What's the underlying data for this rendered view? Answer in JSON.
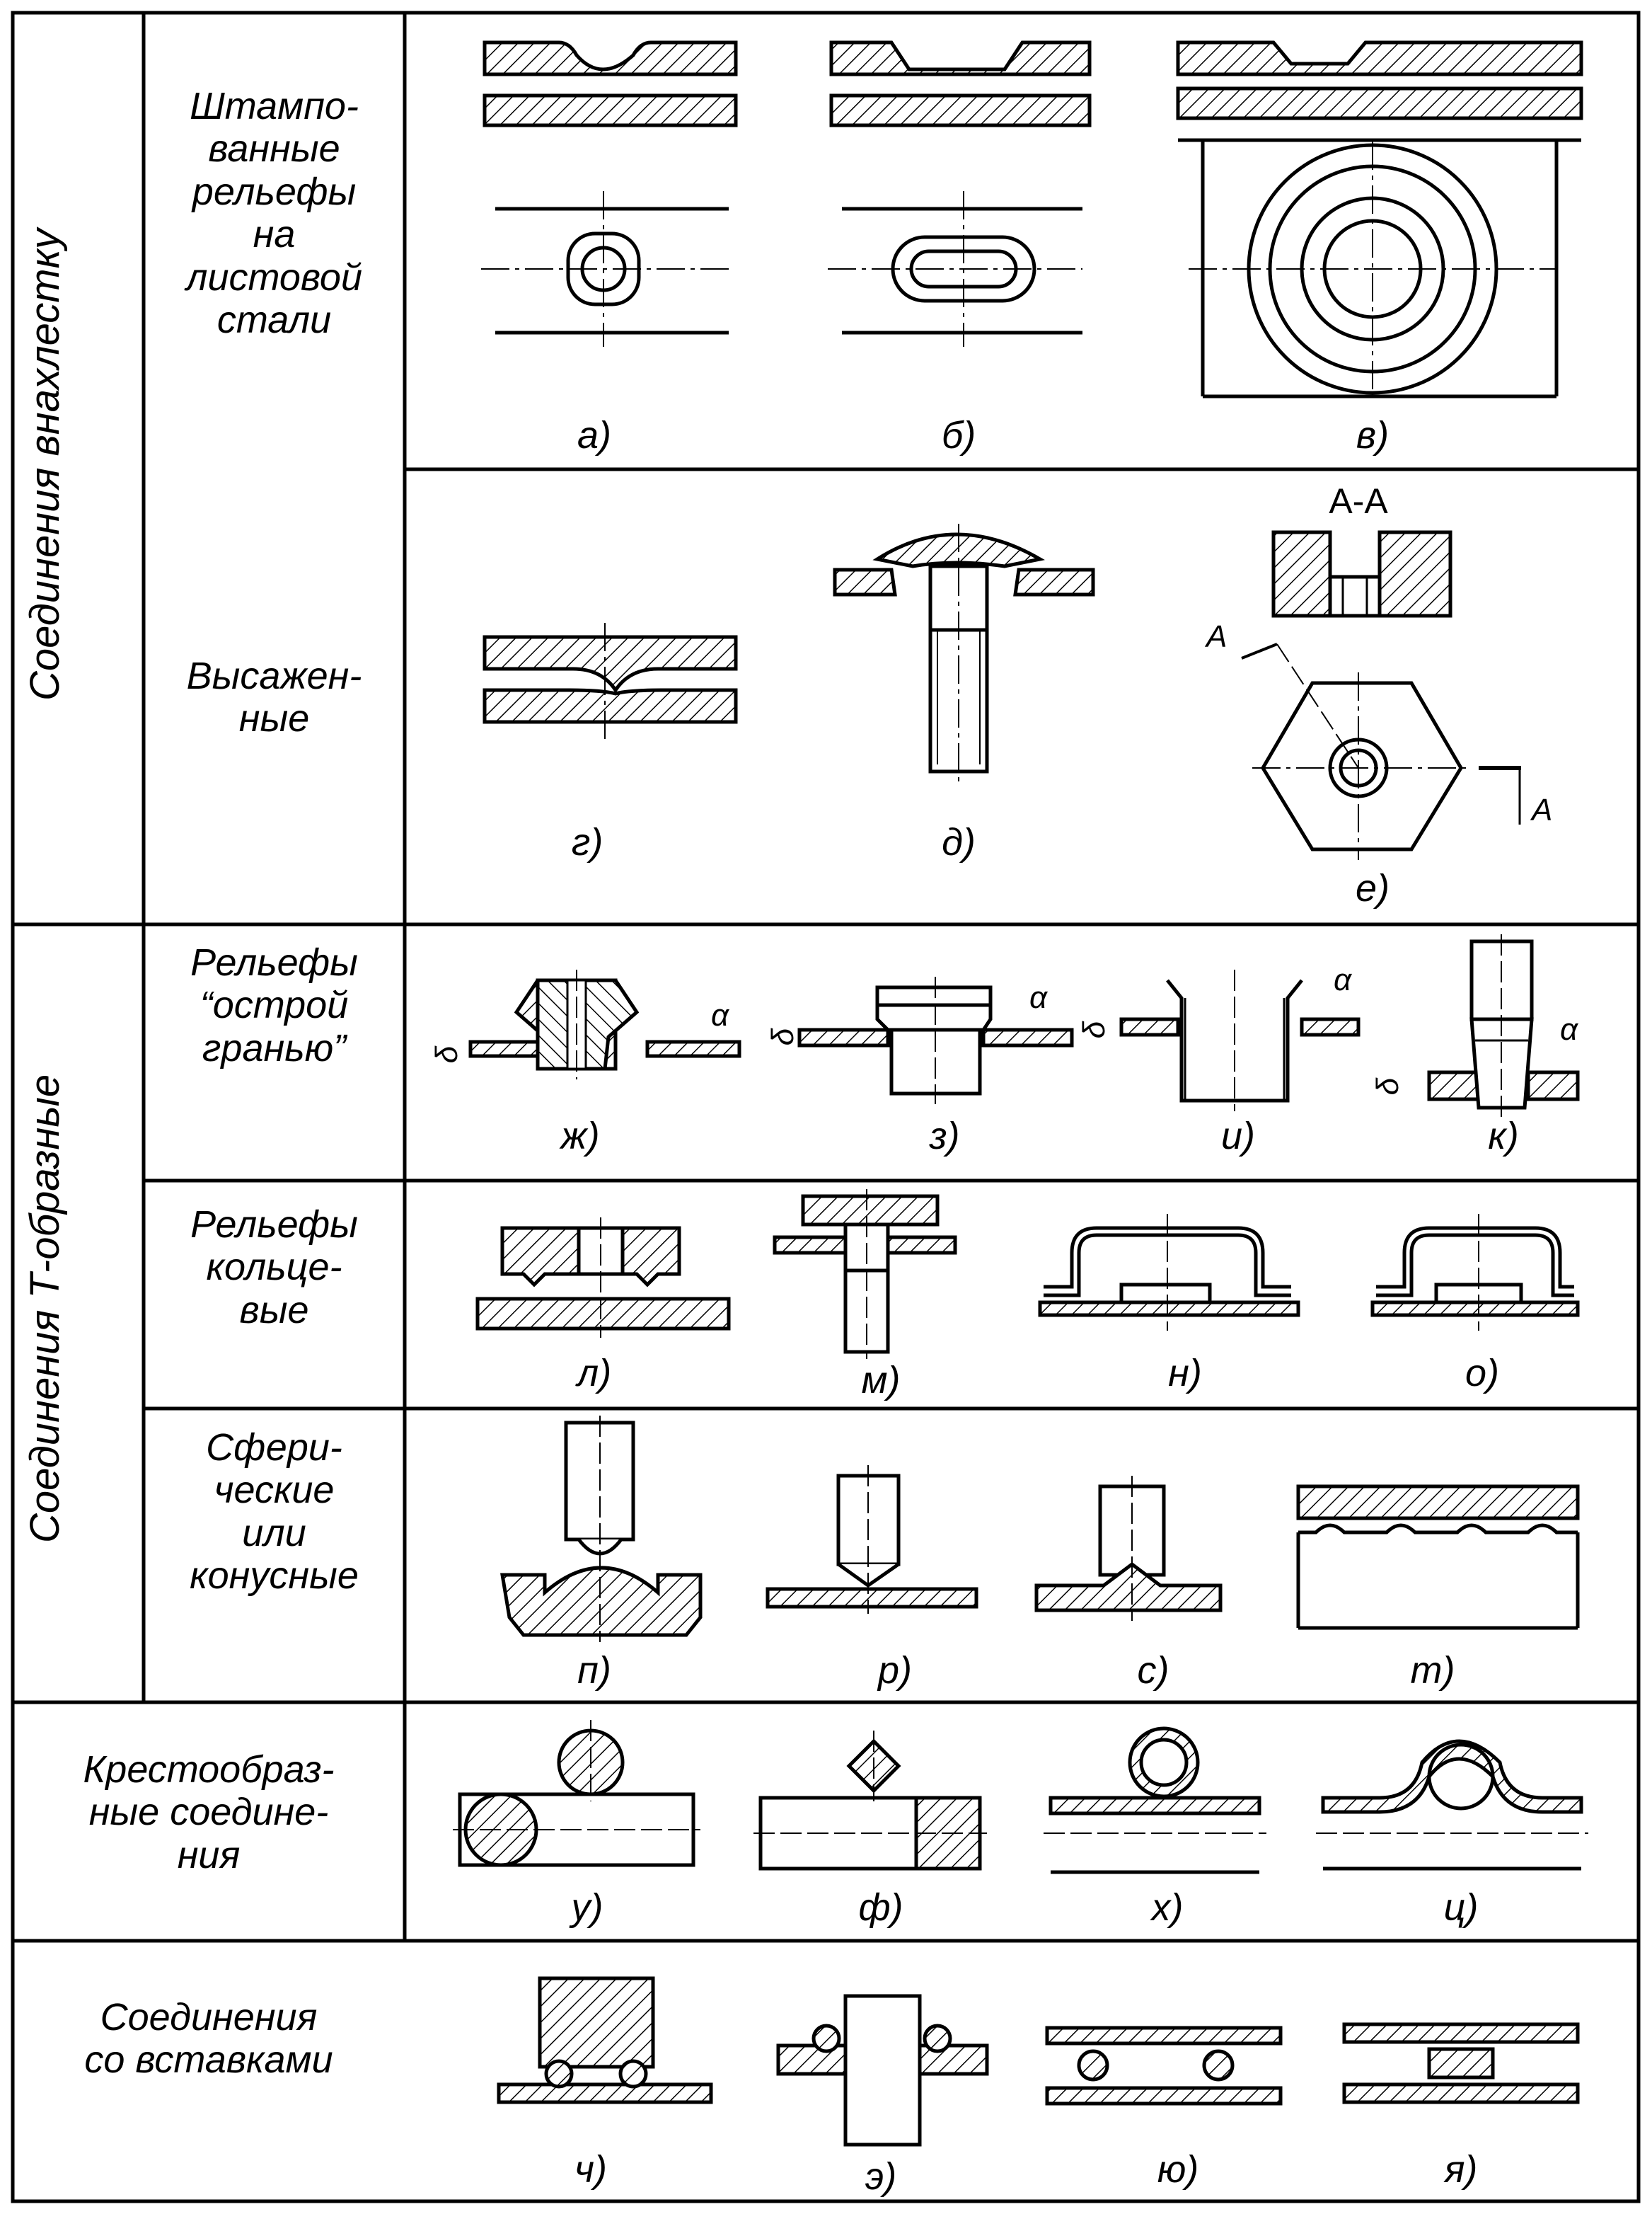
{
  "sections": {
    "lap": "Соединения внахлестку",
    "tee": "Соединения Т-образные"
  },
  "categories": {
    "stamped": "Штампо-\nванные\nрельефы\nна\nлистовой\nстали",
    "upset": "Высажен-\nные",
    "sharp_edge": "Рельефы\n“острой\nгранью”",
    "ring": "Рельефы\nкольце-\nвые",
    "spherical": "Сфери-\nческие\nили\nконусные",
    "cross": "Крестообраз-\nные соедине-\nния",
    "inserts": "Соединения\nсо вставками"
  },
  "captions": [
    "а)",
    "б)",
    "в)",
    "г)",
    "д)",
    "е)",
    "ж)",
    "з)",
    "и)",
    "к)",
    "л)",
    "м)",
    "н)",
    "о)",
    "п)",
    "р)",
    "с)",
    "т)",
    "у)",
    "ф)",
    "х)",
    "ц)",
    "ч)",
    "э)",
    "ю)",
    "я)"
  ],
  "annotations": {
    "section_aa": "А-А",
    "cut_a": "А",
    "alpha": "α",
    "delta": "δ"
  },
  "colors": {
    "line": "#000000",
    "background": "#ffffff"
  }
}
